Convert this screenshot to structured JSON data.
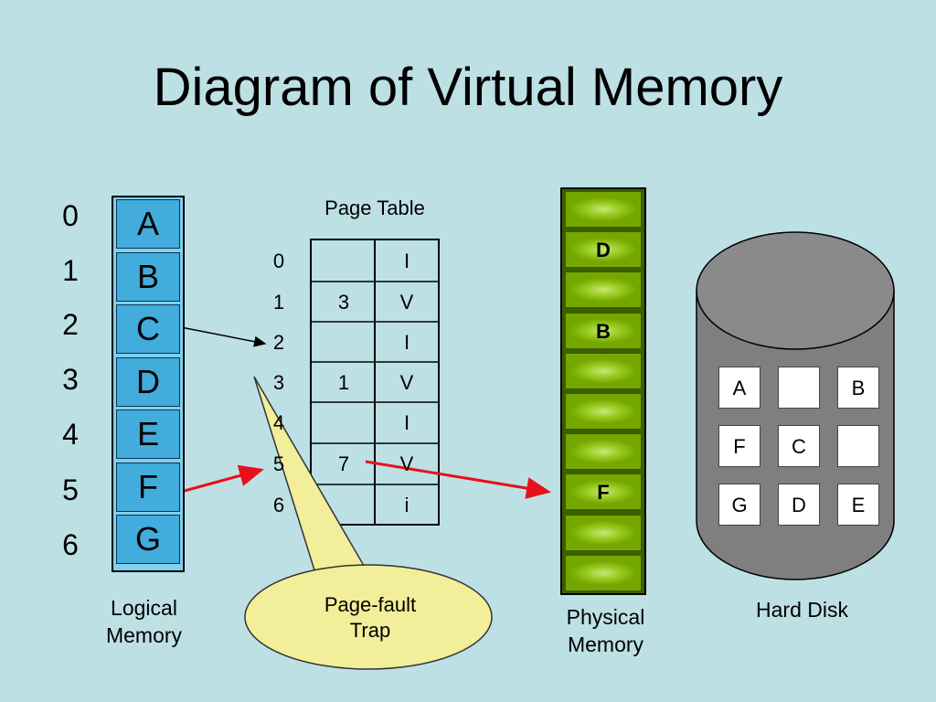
{
  "title": "Diagram of Virtual Memory",
  "logical_memory": {
    "indices": [
      "0",
      "1",
      "2",
      "3",
      "4",
      "5",
      "6"
    ],
    "pages": [
      "A",
      "B",
      "C",
      "D",
      "E",
      "F",
      "G"
    ],
    "caption_line1": "Logical",
    "caption_line2": "Memory"
  },
  "page_table": {
    "title": "Page Table",
    "rows": [
      {
        "index": "0",
        "frame": "",
        "bit": "I"
      },
      {
        "index": "1",
        "frame": "3",
        "bit": "V"
      },
      {
        "index": "2",
        "frame": "",
        "bit": "I"
      },
      {
        "index": "3",
        "frame": "1",
        "bit": "V"
      },
      {
        "index": "4",
        "frame": "",
        "bit": "I"
      },
      {
        "index": "5",
        "frame": "7",
        "bit": "V"
      },
      {
        "index": "6",
        "frame": "",
        "bit": "i"
      }
    ]
  },
  "physical_memory": {
    "cells": [
      "",
      "D",
      "",
      "B",
      "",
      "",
      "",
      "F",
      "",
      ""
    ],
    "caption_line1": "Physical",
    "caption_line2": "Memory"
  },
  "hard_disk": {
    "caption": "Hard Disk",
    "grid": [
      [
        "A",
        "",
        "B"
      ],
      [
        "F",
        "C",
        ""
      ],
      [
        "G",
        "D",
        "E"
      ]
    ]
  },
  "callout": {
    "line1": "Page-fault",
    "line2": "Trap"
  },
  "colors": {
    "background": "#bde0e5",
    "logical_cell": "#42acdc",
    "physical_cell": "#94c81c",
    "disk": "#7f7f7f",
    "callout": "#f2ee9a",
    "arrow_red": "#e8101a"
  }
}
